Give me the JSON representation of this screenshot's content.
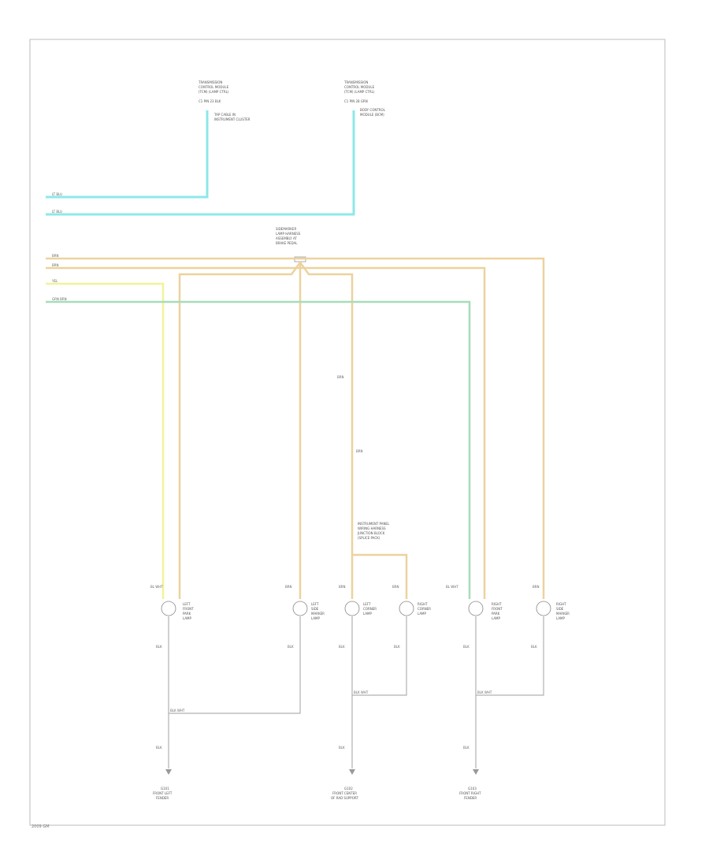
{
  "colors": {
    "cyan": "#8ee8e8",
    "tan": "#ecd29e",
    "yellow": "#f2f29a",
    "green": "#a8dcb8",
    "gray": "#8a8a8a",
    "orange": "#e8b860"
  },
  "modules": {
    "top_left": [
      "TRANSMISSION",
      "CONTROL MODULE",
      "(TCM) (LAMP CTRL)",
      "C1 PIN 23 BLK",
      "TAP CABLE IN",
      "INSTRUMENT CLUSTER"
    ],
    "top_right": [
      "TRANSMISSION",
      "CONTROL MODULE",
      "(TCM) (LAMP CTRL)",
      "C1 PIN 28 GRN",
      "BODY CONTROL",
      "MODULE (BCM)"
    ],
    "center_top": [
      "SIDEMARKER",
      "LAMP HARNESS",
      "ASSEMBLY AT",
      "BRAKE PEDAL"
    ],
    "center_mid": [
      "INSTRUMENT PANEL",
      "WIRING HARNESS",
      "JUNCTION BLOCK",
      "(SPLICE PACK)"
    ]
  },
  "lamps": [
    {
      "wire": "BL WHT",
      "l1": "LEFT",
      "l2": "FRONT",
      "l3": "PARK",
      "l4": "LAMP"
    },
    {
      "wire": "BRN",
      "l1": "LEFT",
      "l2": "SIDE",
      "l3": "MARKER",
      "l4": "LAMP"
    },
    {
      "wire": "BRN",
      "l1": "LEFT",
      "l2": "CORNER",
      "l3": "LAMP",
      "l4": ""
    },
    {
      "wire": "BRN",
      "l1": "RIGHT",
      "l2": "CORNER",
      "l3": "LAMP",
      "l4": ""
    },
    {
      "wire": "BL WHT",
      "l1": "RIGHT",
      "l2": "FRONT",
      "l3": "PARK",
      "l4": "LAMP"
    },
    {
      "wire": "BRN",
      "l1": "RIGHT",
      "l2": "SIDE",
      "l3": "MARKER",
      "l4": "LAMP"
    }
  ],
  "wires": {
    "cyan1": "LT BLU",
    "cyan2": "LT BLU",
    "tan1": "BRN",
    "tan2": "BRN",
    "yellow": "YEL",
    "green": "GRN BRN",
    "mid_label": "BRN",
    "splice_label": "BRN",
    "blk": "BLK",
    "blk_wht": "BLK WHT"
  },
  "grounds": [
    {
      "l1": "G101",
      "l2": "FRONT LEFT",
      "l3": "FENDER"
    },
    {
      "l1": "G102",
      "l2": "FRONT CENTER",
      "l3": "OF RAD SUPPORT"
    },
    {
      "l1": "G103",
      "l2": "FRONT RIGHT",
      "l3": "FENDER"
    }
  ],
  "footer": "2009 GM"
}
